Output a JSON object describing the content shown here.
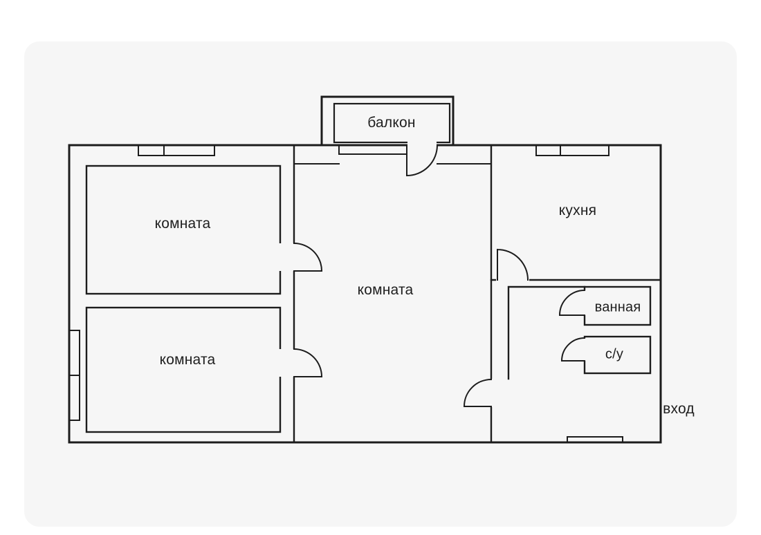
{
  "page": {
    "background": "#ffffff",
    "card_background": "#f6f6f6"
  },
  "floor_plan": {
    "line_color": "#1c1c1c",
    "text_color": "#1e1e1e",
    "labels": {
      "balcony": "балкон",
      "room_top_left": "комната",
      "room_bottom_left": "комната",
      "room_center": "комната",
      "kitchen": "кухня",
      "bathroom": "ванная",
      "wc": "с/у",
      "entrance": "вход"
    }
  }
}
